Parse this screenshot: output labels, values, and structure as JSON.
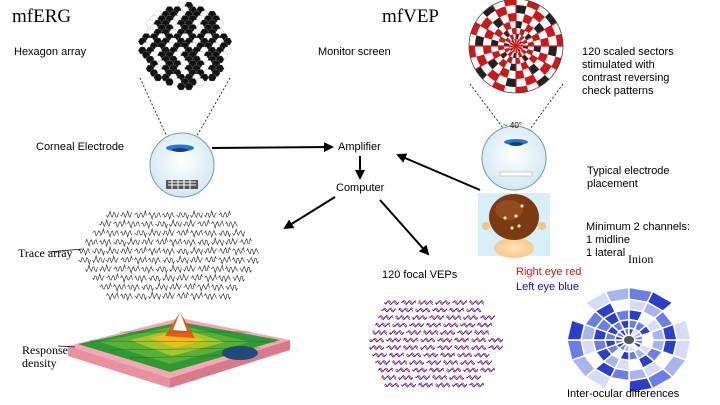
{
  "titles": {
    "left": "mfERG",
    "right": "mfVEP"
  },
  "labels": {
    "hexagon_array": "Hexagon array",
    "monitor_screen": "Monitor screen",
    "sectors": "120 scaled sectors\nstimulated with\ncontrast reversing\ncheck patterns",
    "degrees": "~ 40°",
    "corneal_electrode": "Corneal Electrode",
    "amplifier": "Amplifier",
    "computer": "Computer",
    "typical_electrode": "Typical electrode\nplacement",
    "channels": "Minimum 2 channels:\n1 midline\n1 lateral",
    "inion": "Inion",
    "trace_array": "Trace array",
    "focal_veps": "120 focal VEPs",
    "right_eye": "Right eye red",
    "left_eye": "Left eye blue",
    "response_density": "Response\ndensity",
    "interocular": "Inter-ocular differences"
  },
  "colors": {
    "red_eye": "#d01010",
    "blue_eye": "#1010c0",
    "checker_red": "#c81a1a"
  },
  "icons": [
    "hexagon-array-icon",
    "dartboard-icon",
    "eye-icon",
    "head-icon",
    "trace-array-icon",
    "response-density-icon",
    "vep-traces-icon",
    "difference-map-icon"
  ]
}
